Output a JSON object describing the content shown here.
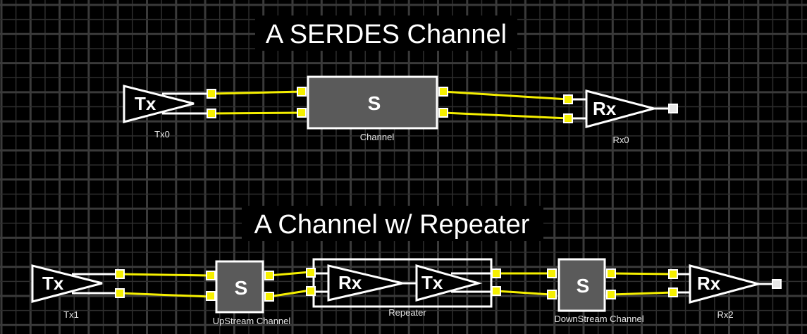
{
  "diagram_1": {
    "title": "A SERDES Channel",
    "tx": {
      "label": "Tx",
      "caption": "Tx0"
    },
    "channel": {
      "label": "S",
      "caption": "Channel"
    },
    "rx": {
      "label": "Rx",
      "caption": "Rx0"
    }
  },
  "diagram_2": {
    "title": "A Channel w/ Repeater",
    "tx": {
      "label": "Tx",
      "caption": "Tx1"
    },
    "upstream": {
      "label": "S",
      "caption": "UpStream Channel"
    },
    "repeater": {
      "caption": "Repeater",
      "rx_label": "Rx",
      "tx_label": "Tx"
    },
    "downstream": {
      "label": "S",
      "caption": "DownStream Channel"
    },
    "rx": {
      "label": "Rx",
      "caption": "Rx2"
    }
  },
  "colors": {
    "background": "#000000",
    "grid": "#333333",
    "wire": "#f5ef00",
    "block_fill": "#5a5a5a",
    "outline": "#ffffff"
  }
}
